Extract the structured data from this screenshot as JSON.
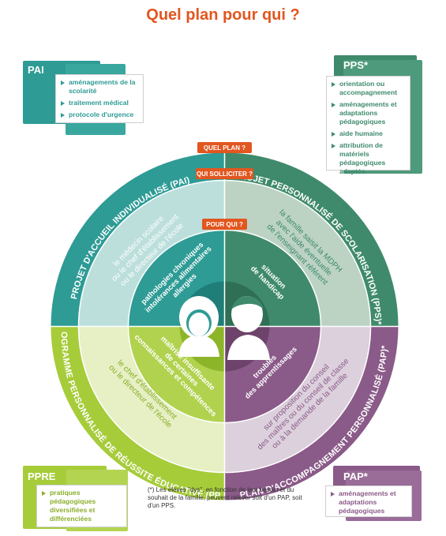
{
  "title": "Quel plan pour qui ?",
  "labels": {
    "quel_plan": "QUEL PLAN ?",
    "qui_solliciter": "QUI SOLLICITER ?",
    "pour_qui": "POUR QUI ?"
  },
  "plans": {
    "pai": {
      "name": "PROJET D'ACCUEIL INDIVIDUALISÉ (PAI)",
      "who": [
        "le médecin scolaire",
        "ou le chef d'établissement",
        "ou le directeur de l'école"
      ],
      "for": [
        "pathologies chroniques",
        "intolérances alimentaires",
        "allergies"
      ]
    },
    "pps": {
      "name": "PROJET PERSONNALISÉ DE SCOLARISATION (PPS)*",
      "who": [
        "la famille saisit la MDPH",
        "avec l'aide éventuelle",
        "de l'enseignant référent"
      ],
      "for": [
        "situation",
        "de handicap"
      ]
    },
    "ppre": {
      "name": "PROGRAMME PERSONNALISÉ DE RÉUSSITE ÉDUCATIVE (PPRE)",
      "who": [
        "le chef d'établissement",
        "ou le directeur de l'école"
      ],
      "for": [
        "maîtrise insuffisante",
        "de certaines",
        "connaissances et compétences"
      ]
    },
    "pap": {
      "name": "PLAN D'ACCOMPAGNEMENT PERSONNALISÉ (PAP)*",
      "who": [
        "sur proposition du conseil",
        "des maîtres ou du conseil de classe",
        "ou à la demande de la famille"
      ],
      "for": [
        "troubles",
        "des apprentissages"
      ]
    }
  },
  "cards": {
    "pai": {
      "title": "PAI",
      "items": [
        "aménagements de la scolarité",
        "traitement médical",
        "protocole d'urgence"
      ]
    },
    "pps": {
      "title": "PPS*",
      "items": [
        "orientation ou accompagnement",
        "aménagements et adaptations pédagogiques",
        "aide humaine",
        "attribution de matériels pédagogiques adaptés"
      ]
    },
    "ppre": {
      "title": "PPRE",
      "items": [
        "pratiques pédagogiques diversifiées et différenciées"
      ]
    },
    "pap": {
      "title": "PAP*",
      "items": [
        "aménagements et adaptations pédagogiques"
      ]
    }
  },
  "footnote": "(*) Les élèves \"dys\", en fonction de leur besoin et du souhait de la famille, peuvent relever soit d'un PAP, soit d'un PPS.",
  "colors": {
    "pai": "#2e9b95",
    "pps": "#3f8a6c",
    "ppre": "#a6cc3a",
    "pap": "#8a5a88",
    "orange": "#e2561f"
  },
  "icons": [
    "girl-icon",
    "boy-icon"
  ]
}
